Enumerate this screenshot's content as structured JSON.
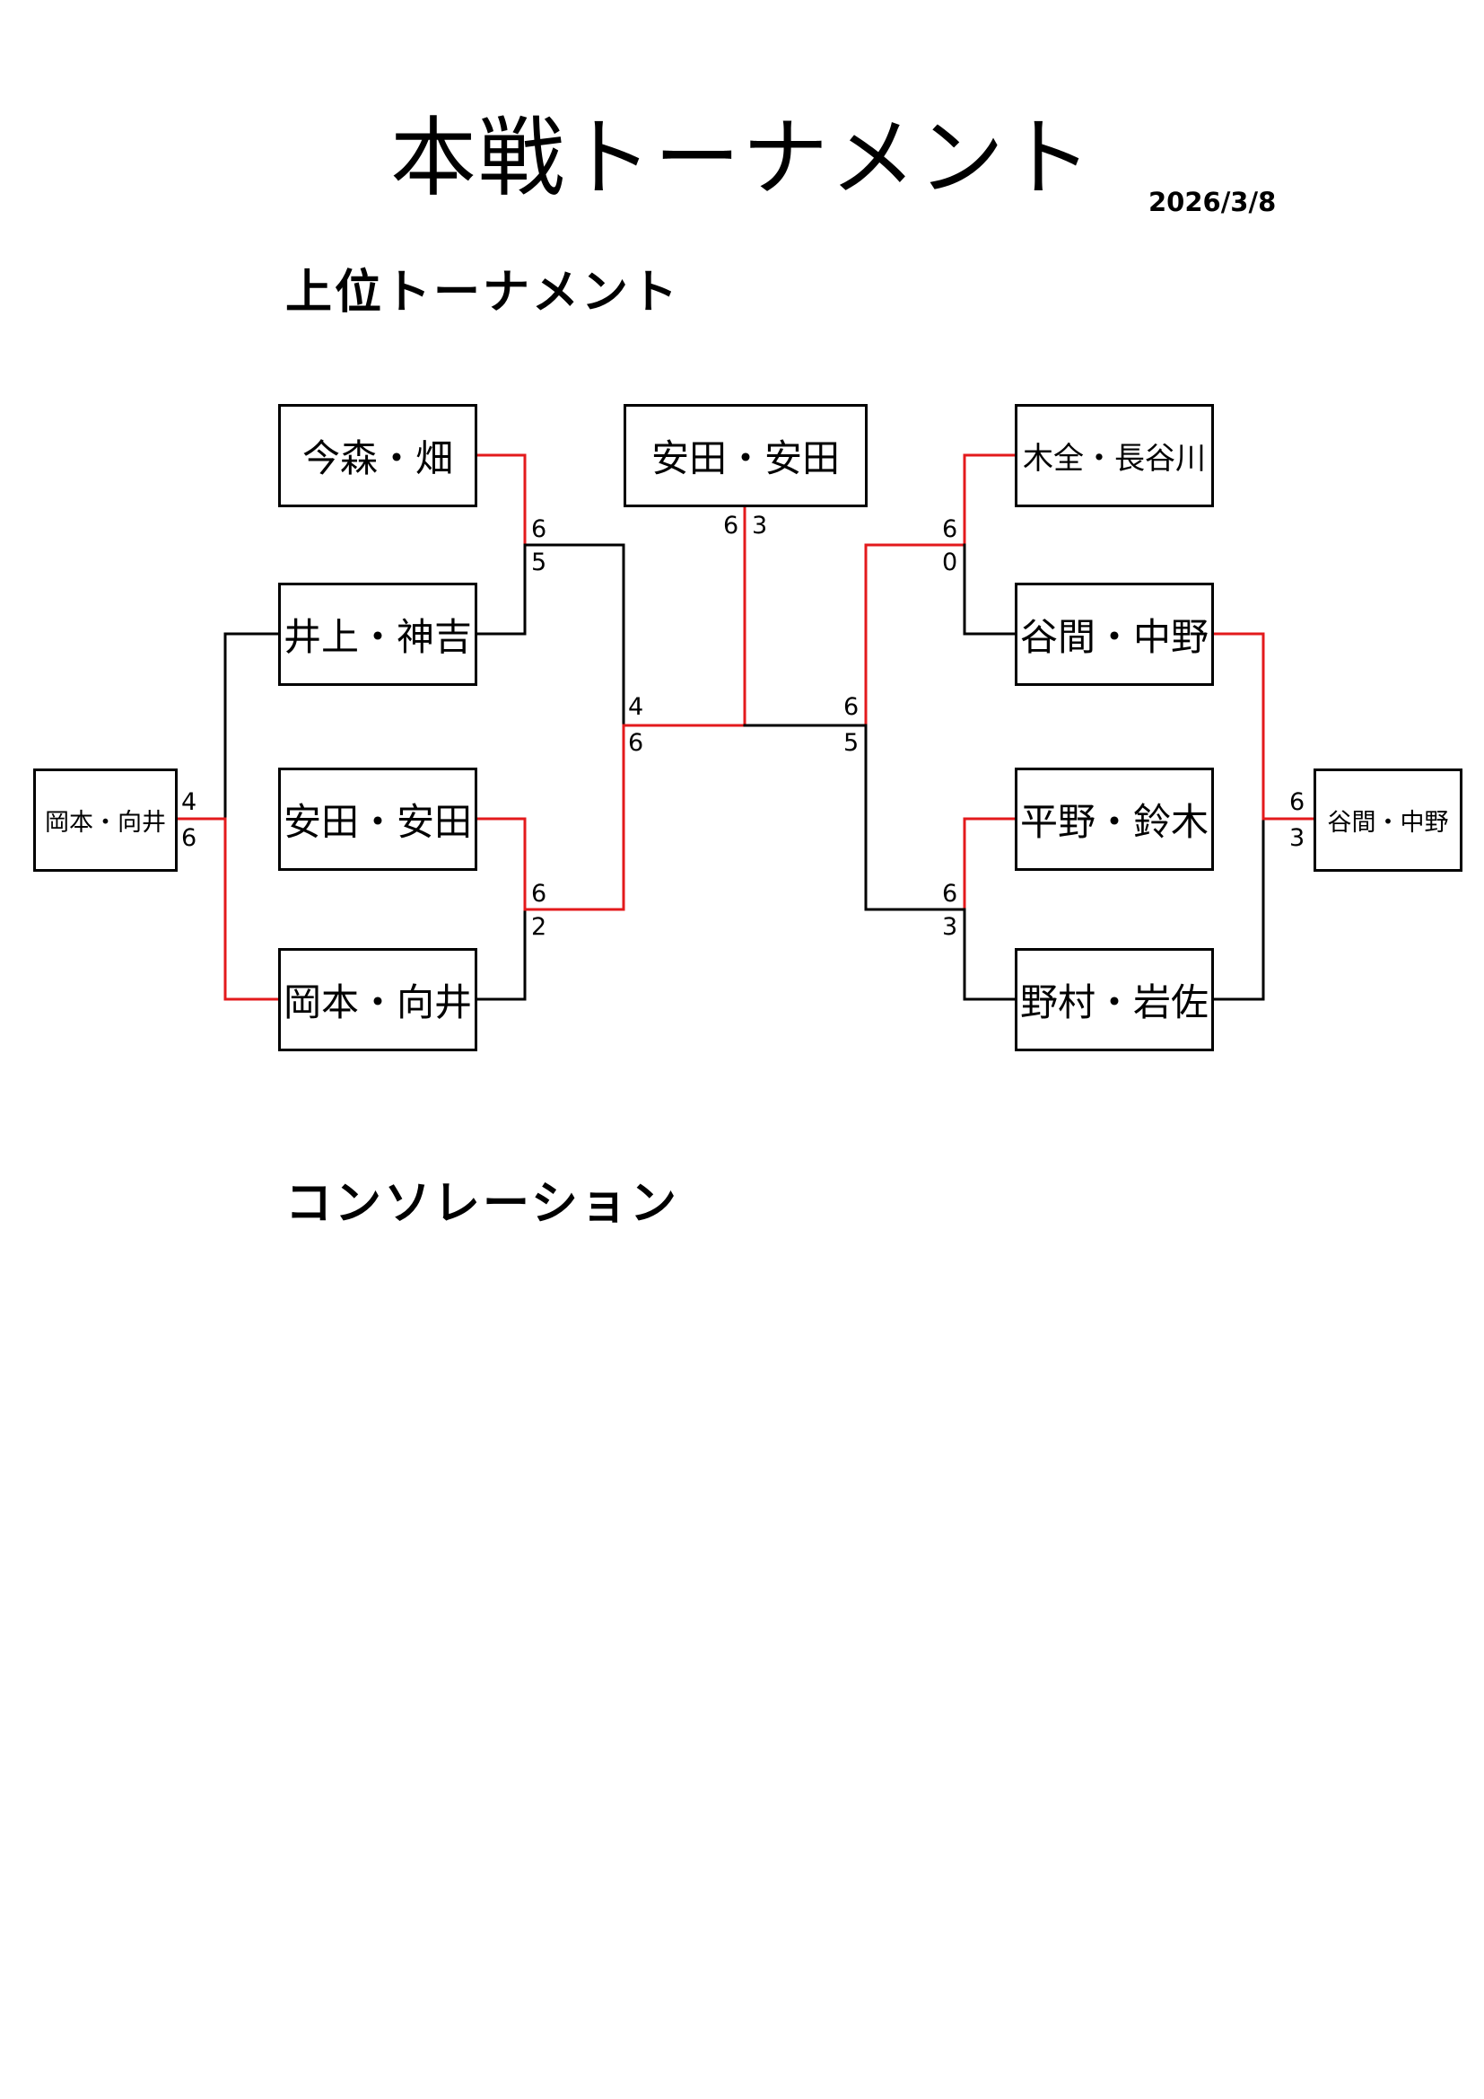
{
  "title": "本戦トーナメント",
  "date": "2026/3/8",
  "sections": {
    "upper": "上位トーナメント",
    "consolation": "コンソレーション"
  },
  "colors": {
    "winner_line": "#e31a1c",
    "line": "#000000"
  },
  "champion": "安田・安田",
  "teams": {
    "left": [
      "今森・畑",
      "井上・神吉",
      "安田・安田",
      "岡本・向井"
    ],
    "right": [
      "木全・長谷川",
      "谷間・中野",
      "平野・鈴木",
      "野村・岩佐"
    ],
    "left_side_box": "岡本・向井",
    "right_side_box": "谷間・中野"
  },
  "scores": {
    "left_r1_top": [
      "6",
      "5"
    ],
    "left_r1_bottom": [
      "6",
      "2"
    ],
    "left_side": [
      "4",
      "6"
    ],
    "left_semi": [
      "4",
      "6"
    ],
    "final": [
      "6",
      "3"
    ],
    "right_semi": [
      "6",
      "5"
    ],
    "right_r1_top": [
      "6",
      "0"
    ],
    "right_r1_bottom": [
      "6",
      "3"
    ],
    "right_side": [
      "6",
      "3"
    ]
  }
}
